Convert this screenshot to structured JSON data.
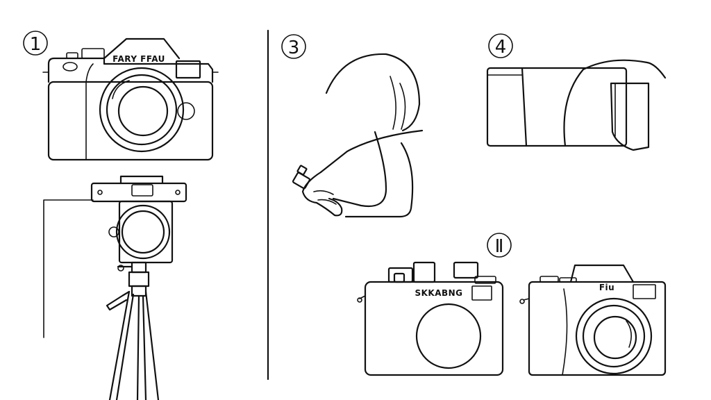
{
  "steps": {
    "one": "1",
    "three": "3",
    "four": "4",
    "bottom": "Ⅱ"
  },
  "brands": {
    "top_left_camera": "FARY FFAU",
    "bottom_left_camera": "SKKABNG",
    "bottom_right_camera": "Fiu"
  }
}
